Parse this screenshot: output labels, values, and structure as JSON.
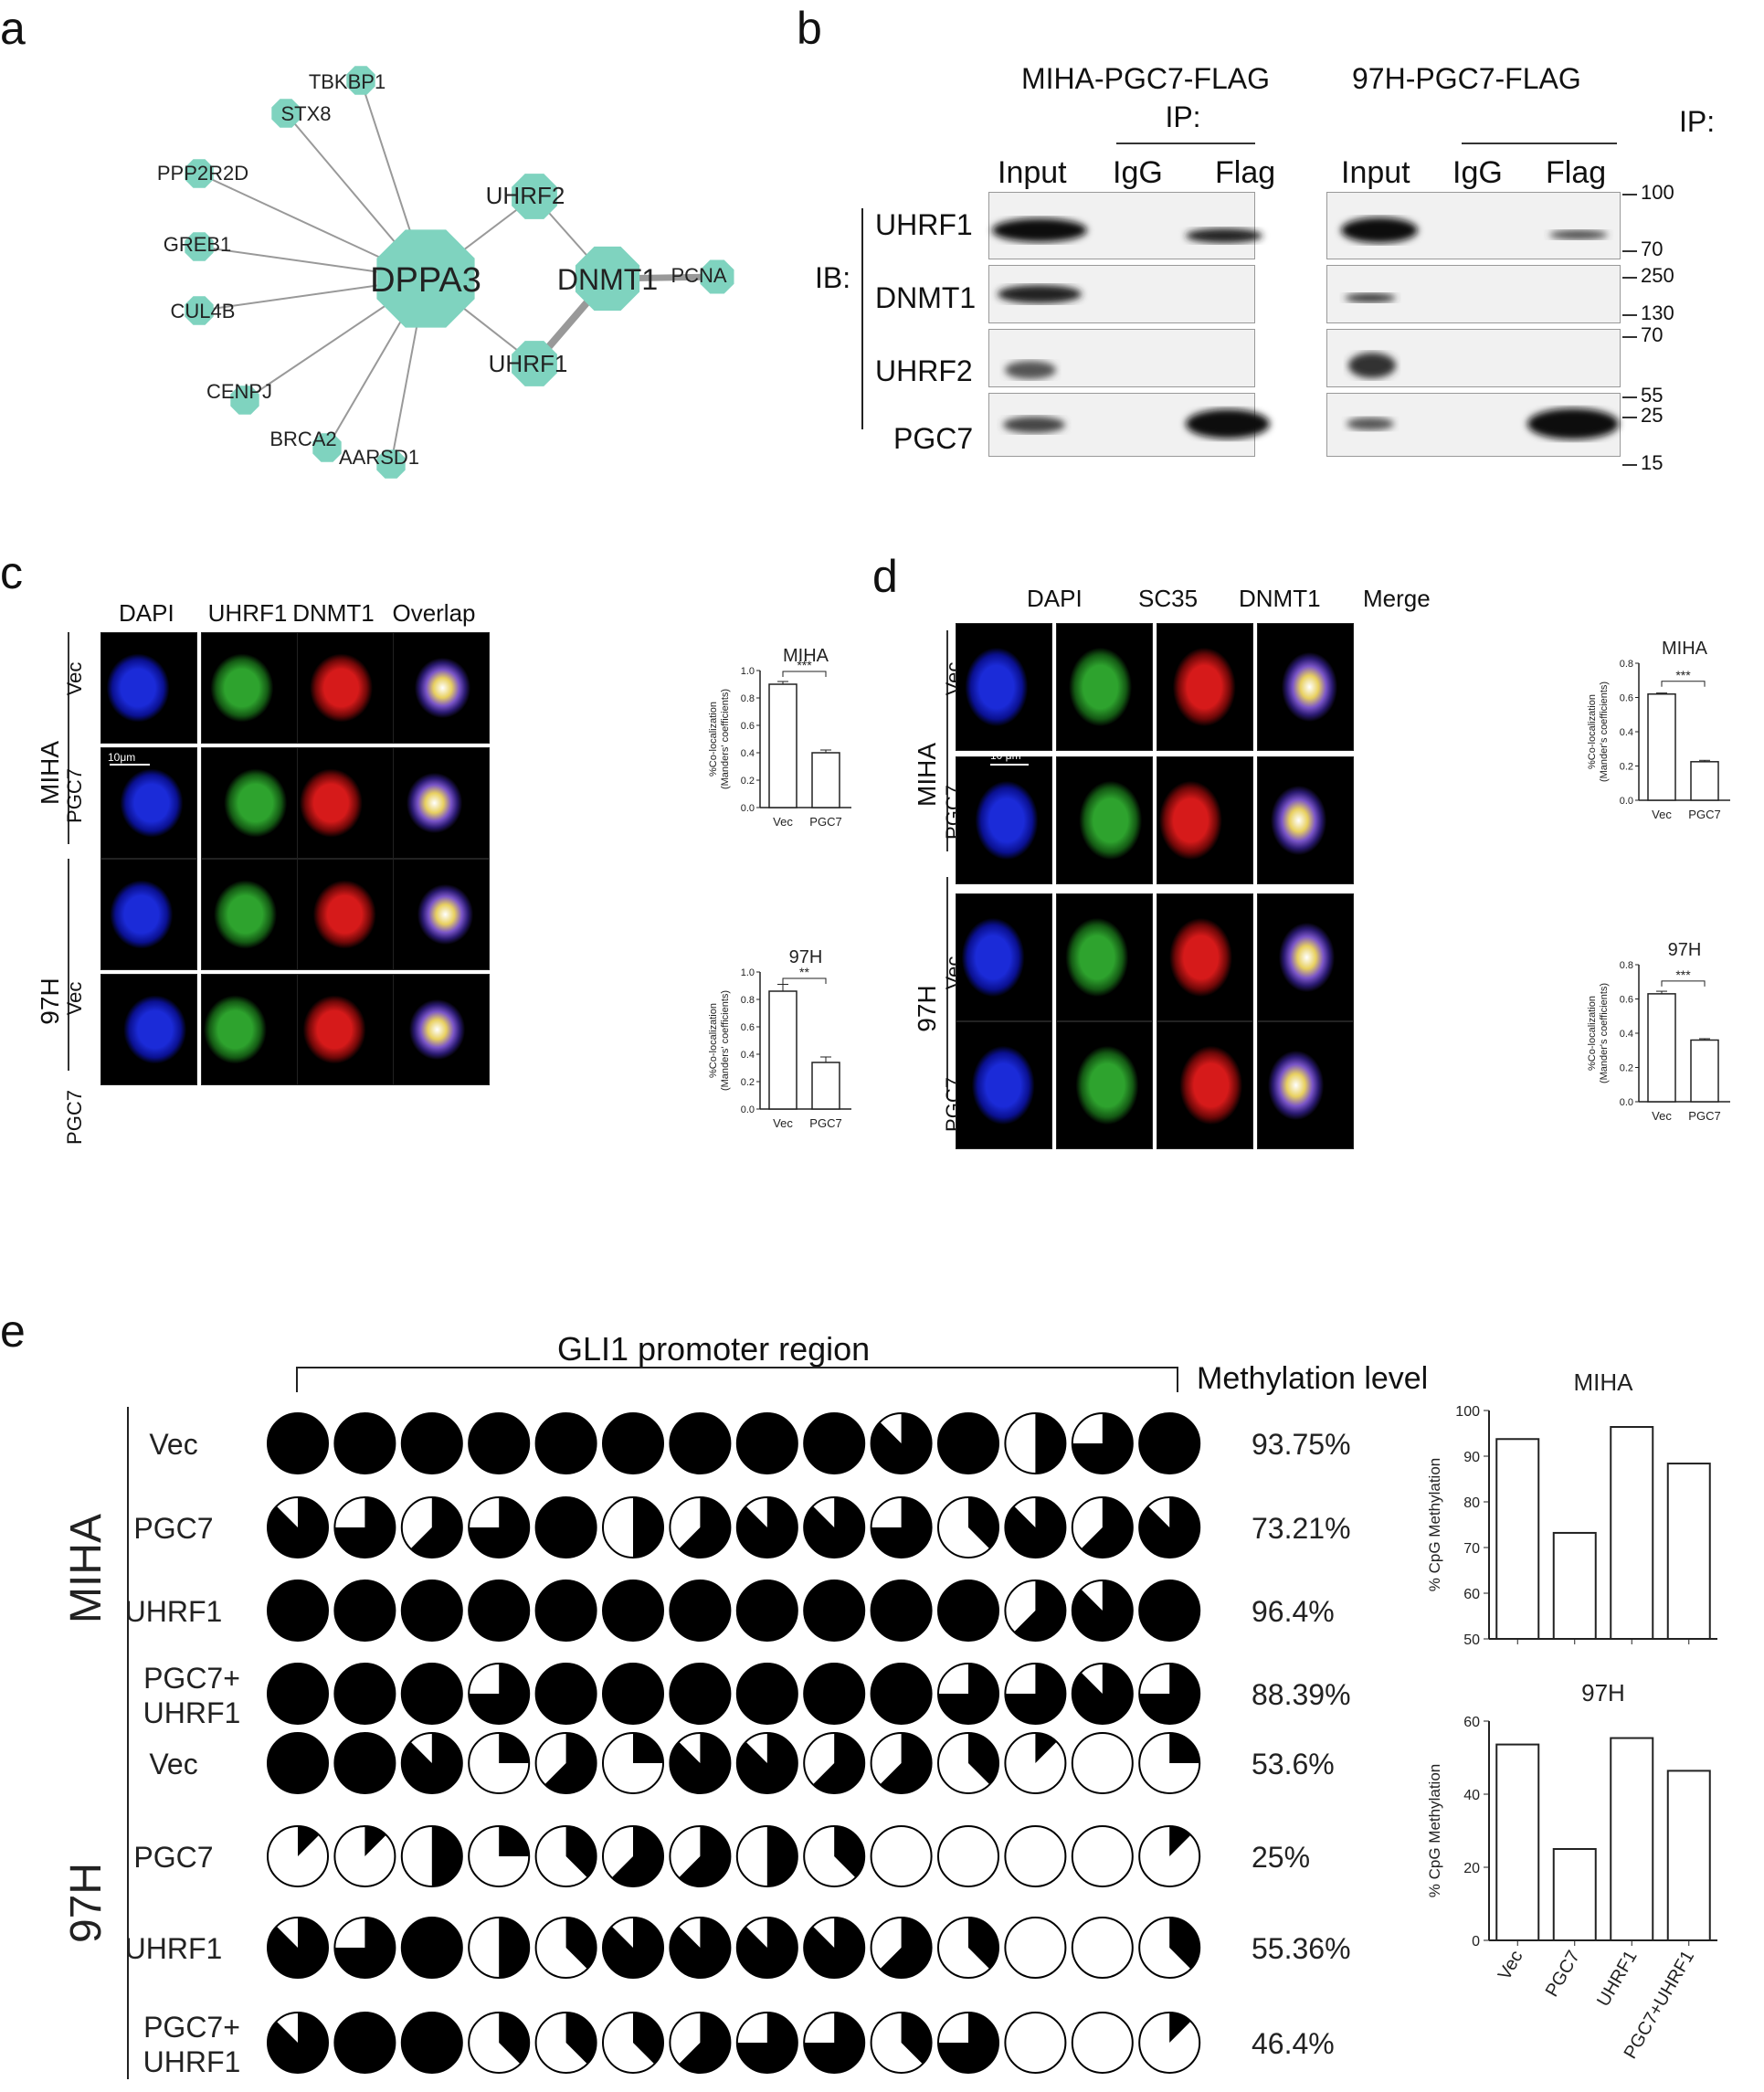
{
  "panels": {
    "a": "a",
    "b": "b",
    "c": "c",
    "d": "d",
    "e": "e"
  },
  "network": {
    "hub": "DPPA3",
    "dnmt1": "DNMT1",
    "uhrf2": "UHRF2",
    "uhrf1": "UHRF1",
    "pcna": "PCNA",
    "leaves": [
      "TBKBP1",
      "STX8",
      "PPP2R2D",
      "GREB1",
      "CUL4B",
      "CENPJ",
      "BRCA2",
      "AARSD1"
    ],
    "node_color": "#7fd3bf"
  },
  "western": {
    "group_left": "MIHA-PGC7-FLAG",
    "group_right": "97H-PGC7-FLAG",
    "ip": "IP:",
    "ib": "IB:",
    "lanes": [
      "Input",
      "IgG",
      "Flag"
    ],
    "rows": [
      "UHRF1",
      "DNMT1",
      "UHRF2",
      "PGC7"
    ],
    "markers": [
      "100",
      "70",
      "250",
      "130",
      "70",
      "55",
      "25",
      "15"
    ]
  },
  "panel_c": {
    "columns": [
      "DAPI",
      "UHRF1",
      "DNMT1",
      "Overlap"
    ],
    "cell_lines": [
      "MIHA",
      "97H"
    ],
    "conditions": [
      "Vec",
      "PGC7"
    ],
    "scale": "10μm",
    "ylabel1": "%Co-localization",
    "ylabel2": "(Manders' coefficients)",
    "charts": [
      {
        "title": "MIHA",
        "sig": "***",
        "categories": [
          "Vec",
          "PGC7"
        ],
        "values": [
          0.9,
          0.4
        ],
        "errors": [
          0.02,
          0.02
        ],
        "ylim": [
          0,
          1.0
        ],
        "ticks": [
          "0.0",
          "0.2",
          "0.4",
          "0.6",
          "0.8",
          "1.0"
        ]
      },
      {
        "title": "97H",
        "sig": "**",
        "categories": [
          "Vec",
          "PGC7"
        ],
        "values": [
          0.86,
          0.34
        ],
        "errors": [
          0.05,
          0.04
        ],
        "ylim": [
          0,
          1.0
        ],
        "ticks": [
          "0.0",
          "0.2",
          "0.4",
          "0.6",
          "0.8",
          "1.0"
        ]
      }
    ]
  },
  "panel_d": {
    "columns": [
      "DAPI",
      "SC35",
      "DNMT1",
      "Merge"
    ],
    "cell_lines": [
      "MIHA",
      "97H"
    ],
    "conditions": [
      "Vec",
      "PGC7"
    ],
    "scale": "10 μm",
    "ylabel1": "%Co-localization",
    "ylabel2": "(Mander's coefficients)",
    "charts": [
      {
        "title": "MIHA",
        "sig": "***",
        "categories": [
          "Vec",
          "PGC7"
        ],
        "values": [
          0.62,
          0.225
        ],
        "errors": [
          0.006,
          0.008
        ],
        "ylim": [
          0,
          0.8
        ],
        "ticks": [
          "0.0",
          "0.2",
          "0.4",
          "0.6",
          "0.8"
        ]
      },
      {
        "title": "97H",
        "sig": "***",
        "categories": [
          "Vec",
          "PGC7"
        ],
        "values": [
          0.63,
          0.36
        ],
        "errors": [
          0.015,
          0.008
        ],
        "ylim": [
          0,
          0.8
        ],
        "ticks": [
          "0.0",
          "0.2",
          "0.4",
          "0.6",
          "0.8"
        ]
      }
    ]
  },
  "panel_e": {
    "promoter_title": "GLI1 promoter region",
    "methylation_header": "Methylation level",
    "groups": [
      {
        "line": "MIHA",
        "rows": [
          {
            "label": "Vec",
            "pct": "93.75%",
            "fills": [
              1,
              1,
              1,
              1,
              1,
              1,
              1,
              1,
              1,
              0.875,
              1,
              0.5,
              0.75,
              1
            ]
          },
          {
            "label": "PGC7",
            "pct": "73.21%",
            "fills": [
              0.875,
              0.75,
              0.625,
              0.75,
              1,
              0.5,
              0.625,
              0.875,
              0.875,
              0.75,
              0.375,
              0.875,
              0.625,
              0.875
            ]
          },
          {
            "label": "UHRF1",
            "pct": "96.4%",
            "fills": [
              1,
              1,
              1,
              1,
              1,
              1,
              1,
              1,
              1,
              1,
              1,
              0.625,
              0.875,
              1
            ]
          },
          {
            "label": "PGC7+",
            "label2": "UHRF1",
            "pct": "88.39%",
            "fills": [
              1,
              1,
              1,
              0.75,
              1,
              1,
              1,
              1,
              1,
              1,
              0.75,
              0.75,
              0.875,
              0.75
            ]
          }
        ]
      },
      {
        "line": "97H",
        "rows": [
          {
            "label": "Vec",
            "pct": "53.6%",
            "fills": [
              1,
              1,
              0.875,
              0.25,
              0.625,
              0.25,
              0.875,
              0.875,
              0.625,
              0.625,
              0.375,
              0.125,
              0,
              0.25
            ]
          },
          {
            "label": "PGC7",
            "pct": "25%",
            "fills": [
              0.125,
              0.125,
              0.5,
              0.25,
              0.375,
              0.625,
              0.625,
              0.5,
              0.375,
              0,
              0,
              0,
              0,
              0.125
            ]
          },
          {
            "label": "UHRF1",
            "pct": "55.36%",
            "fills": [
              0.875,
              0.75,
              1,
              0.5,
              0.375,
              0.875,
              0.875,
              0.875,
              0.875,
              0.625,
              0.375,
              0,
              0,
              0.375
            ]
          },
          {
            "label": "PGC7+",
            "label2": "UHRF1",
            "pct": "46.4%",
            "fills": [
              0.875,
              1,
              1,
              0.375,
              0.375,
              0.375,
              0.625,
              0.75,
              0.75,
              0.375,
              0.75,
              0,
              0,
              0.125
            ]
          }
        ]
      }
    ]
  },
  "chart_data": [
    {
      "type": "bar",
      "title": "MIHA",
      "categories": [
        "Vec",
        "PGC7",
        "UHRF1",
        "PGC7+UHRF1"
      ],
      "values": [
        93.75,
        73.21,
        96.4,
        88.39
      ],
      "ylabel": "% CpG Methylation",
      "ylim": [
        50,
        100
      ],
      "ticks": [
        "50",
        "60",
        "70",
        "80",
        "90",
        "100"
      ]
    },
    {
      "type": "bar",
      "title": "97H",
      "categories": [
        "Vec",
        "PGC7",
        "UHRF1",
        "PGC7+UHRF1"
      ],
      "values": [
        53.6,
        25,
        55.36,
        46.4
      ],
      "ylabel": "% CpG Methylation",
      "ylim": [
        0,
        60
      ],
      "ticks": [
        "0",
        "20",
        "40",
        "60"
      ]
    }
  ]
}
